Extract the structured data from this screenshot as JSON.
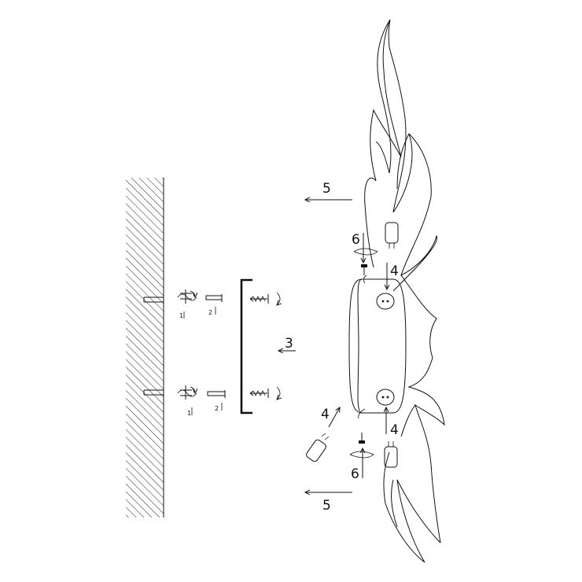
{
  "diagram": {
    "labels": {
      "mount_plate": "3",
      "insert_top": "4",
      "insert_bottom": "4",
      "side_bottom": "4",
      "shade_top": "5",
      "shade_bottom": "5",
      "screw_top": "6",
      "screw_bottom": "6",
      "drill_step_top": "1",
      "plug_step_top": "2",
      "drill_step_bottom": "1",
      "plug_step_bottom": "2"
    },
    "colors": {
      "line": "#111111",
      "background": "#ffffff"
    }
  }
}
